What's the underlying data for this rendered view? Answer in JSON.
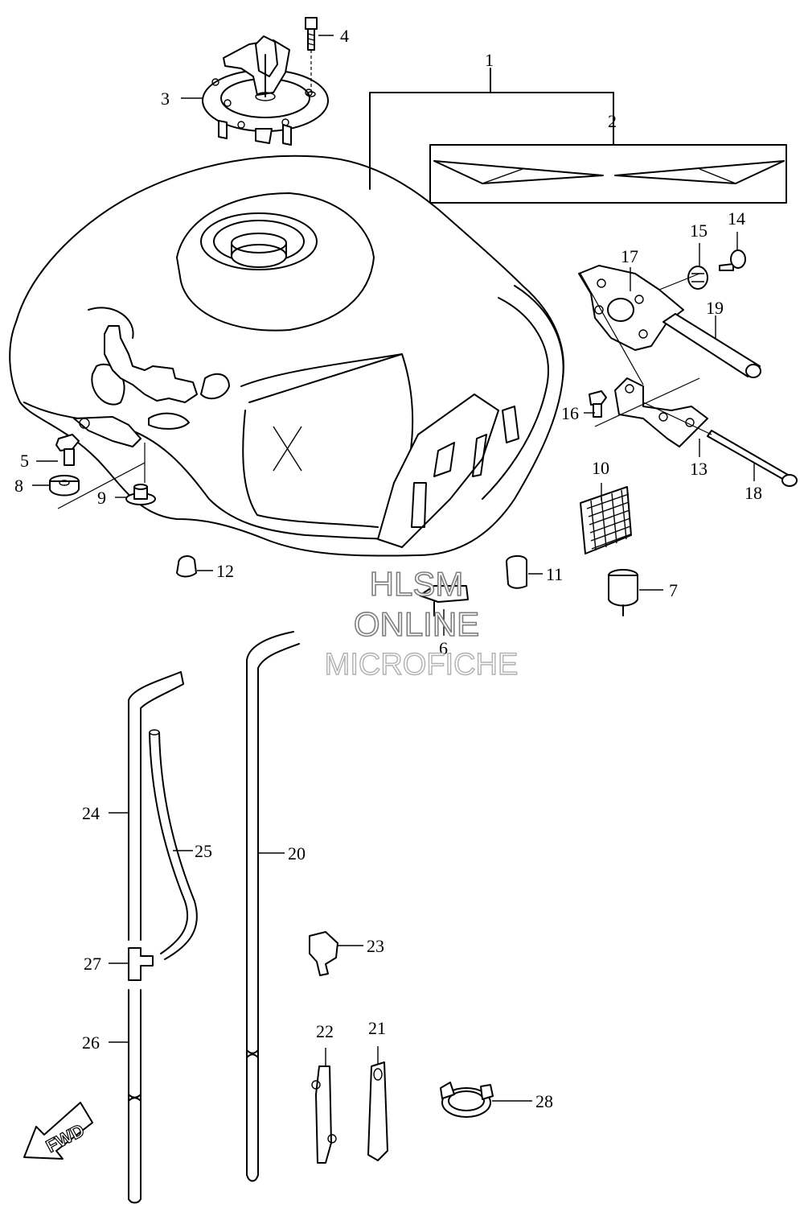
{
  "callouts": {
    "c1": "1",
    "c2": "2",
    "c3": "3",
    "c4": "4",
    "c5": "5",
    "c6": "6",
    "c7": "7",
    "c8": "8",
    "c9": "9",
    "c10": "10",
    "c11": "11",
    "c12": "12",
    "c13": "13",
    "c14": "14",
    "c15": "15",
    "c16": "16",
    "c17": "17",
    "c18": "18",
    "c19": "19",
    "c20": "20",
    "c21": "21",
    "c22": "22",
    "c23": "23",
    "c24": "24",
    "c25": "25",
    "c26": "26",
    "c27": "27",
    "c28": "28"
  },
  "watermark": {
    "line1": "HLSM",
    "line2": "ONLINE",
    "line3": "MICROFICHE"
  },
  "fwd_label": "FWD"
}
